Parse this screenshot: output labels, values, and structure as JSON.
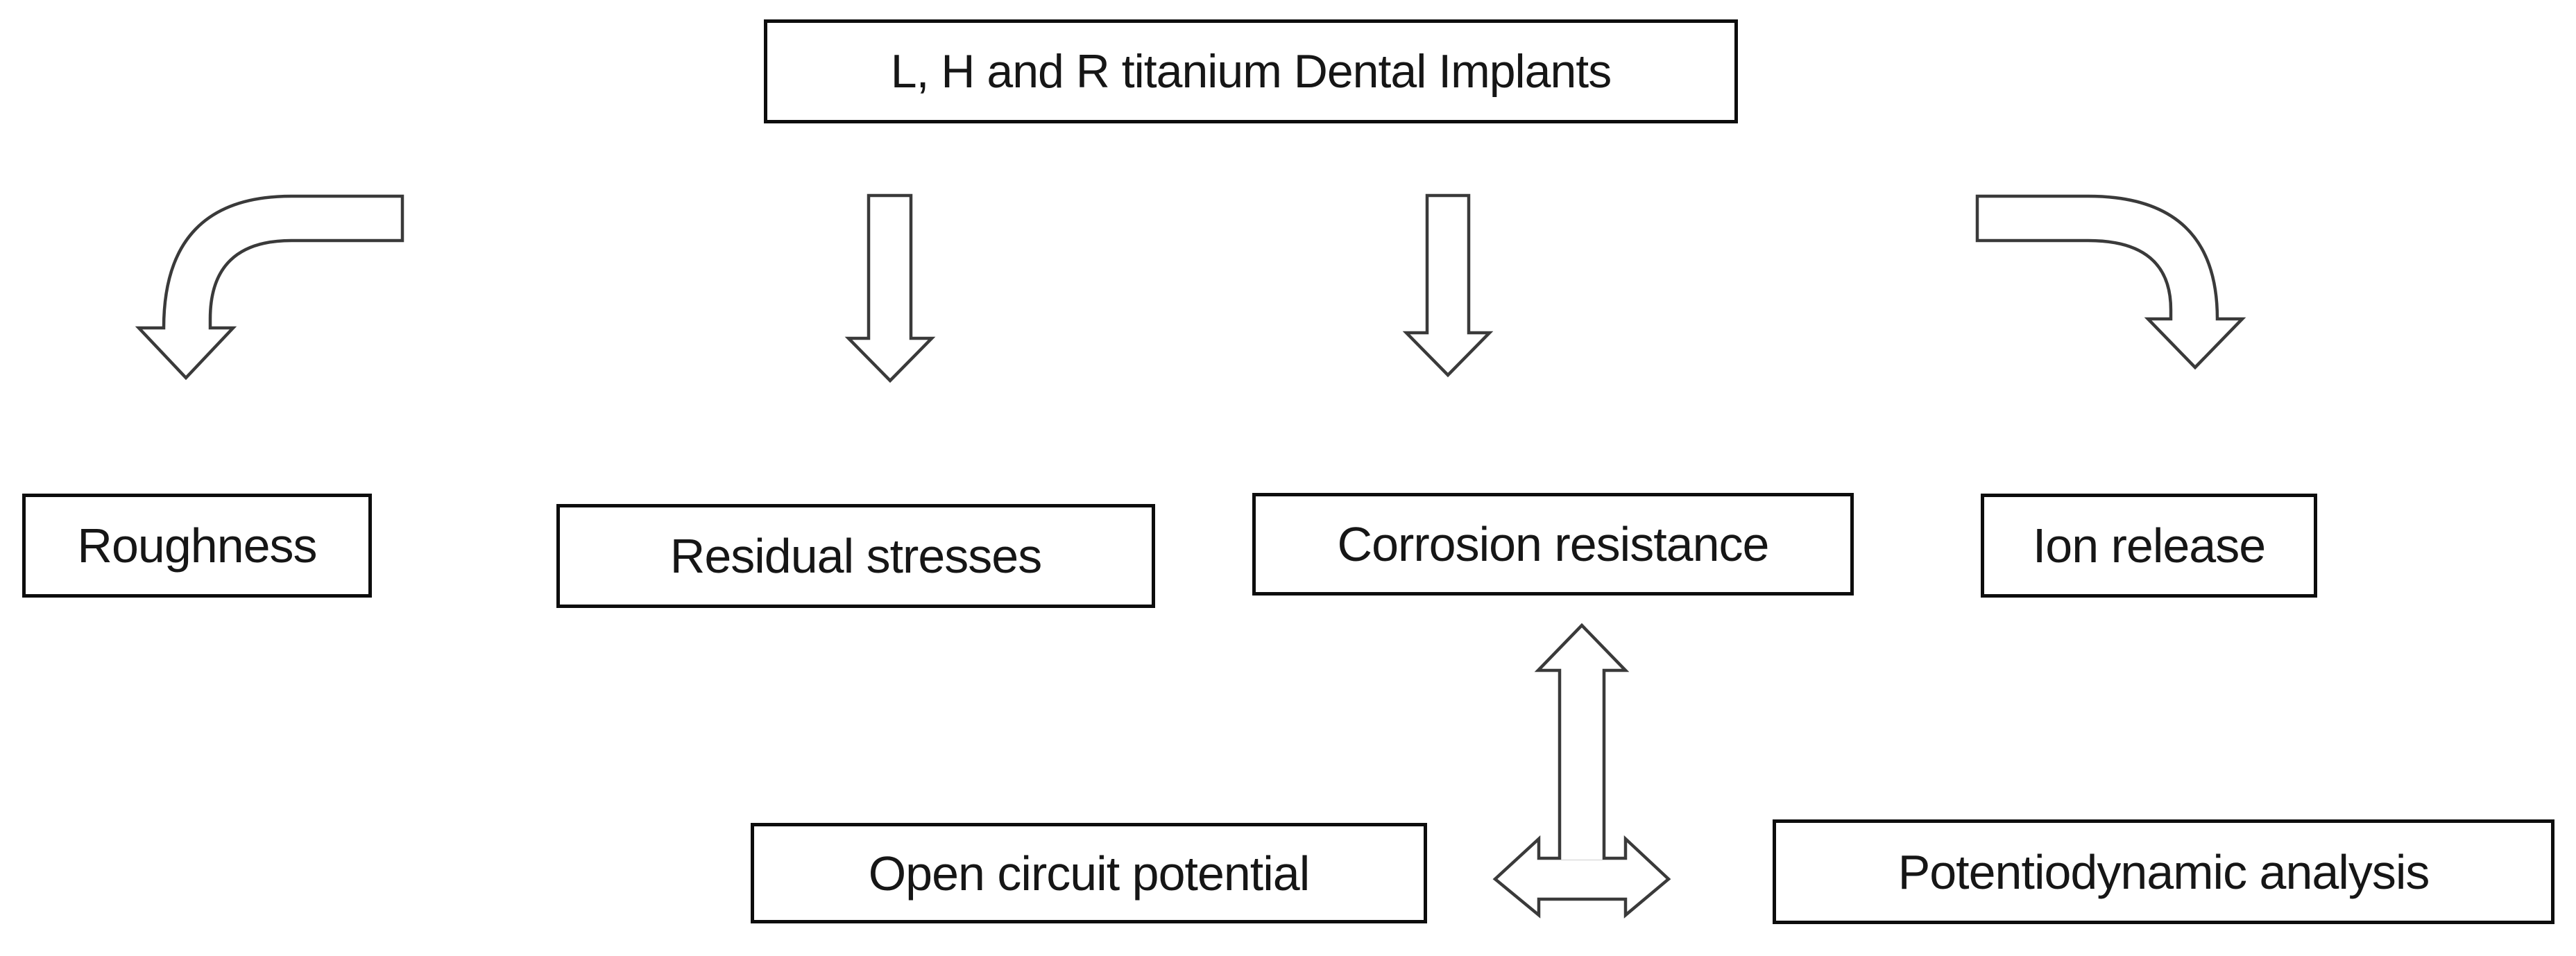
{
  "diagram": {
    "title": "L, H and R titanium Dental Implants",
    "properties": [
      {
        "label": "Roughness"
      },
      {
        "label": "Residual stresses"
      },
      {
        "label": "Corrosion resistance"
      },
      {
        "label": "Ion release"
      }
    ],
    "corrosion_methods": [
      {
        "label": "Open circuit potential"
      },
      {
        "label": "Potentiodynamic analysis"
      }
    ],
    "arrows": [
      {
        "name": "curved-down-arrow-left",
        "from": "L, H and R titanium Dental Implants",
        "to": "Roughness",
        "direction": "down-left"
      },
      {
        "name": "down-arrow-residual",
        "from": "L, H and R titanium Dental Implants",
        "to": "Residual stresses",
        "direction": "down"
      },
      {
        "name": "down-arrow-corrosion",
        "from": "L, H and R titanium Dental Implants",
        "to": "Corrosion resistance",
        "direction": "down"
      },
      {
        "name": "curved-down-arrow-right",
        "from": "L, H and R titanium Dental Implants",
        "to": "Ion release",
        "direction": "down-right"
      },
      {
        "name": "up-arrow-corrosion-tests",
        "from": "corrosion test methods",
        "to": "Corrosion resistance",
        "direction": "up"
      },
      {
        "name": "left-right-arrow-methods",
        "from": "Open circuit potential",
        "to": "Potentiodynamic analysis",
        "direction": "left-right"
      }
    ],
    "colors": {
      "background": "#ffffff",
      "box_border": "#0d0d0d",
      "arrow_outline": "#3a3a3a",
      "text": "#161616"
    }
  }
}
